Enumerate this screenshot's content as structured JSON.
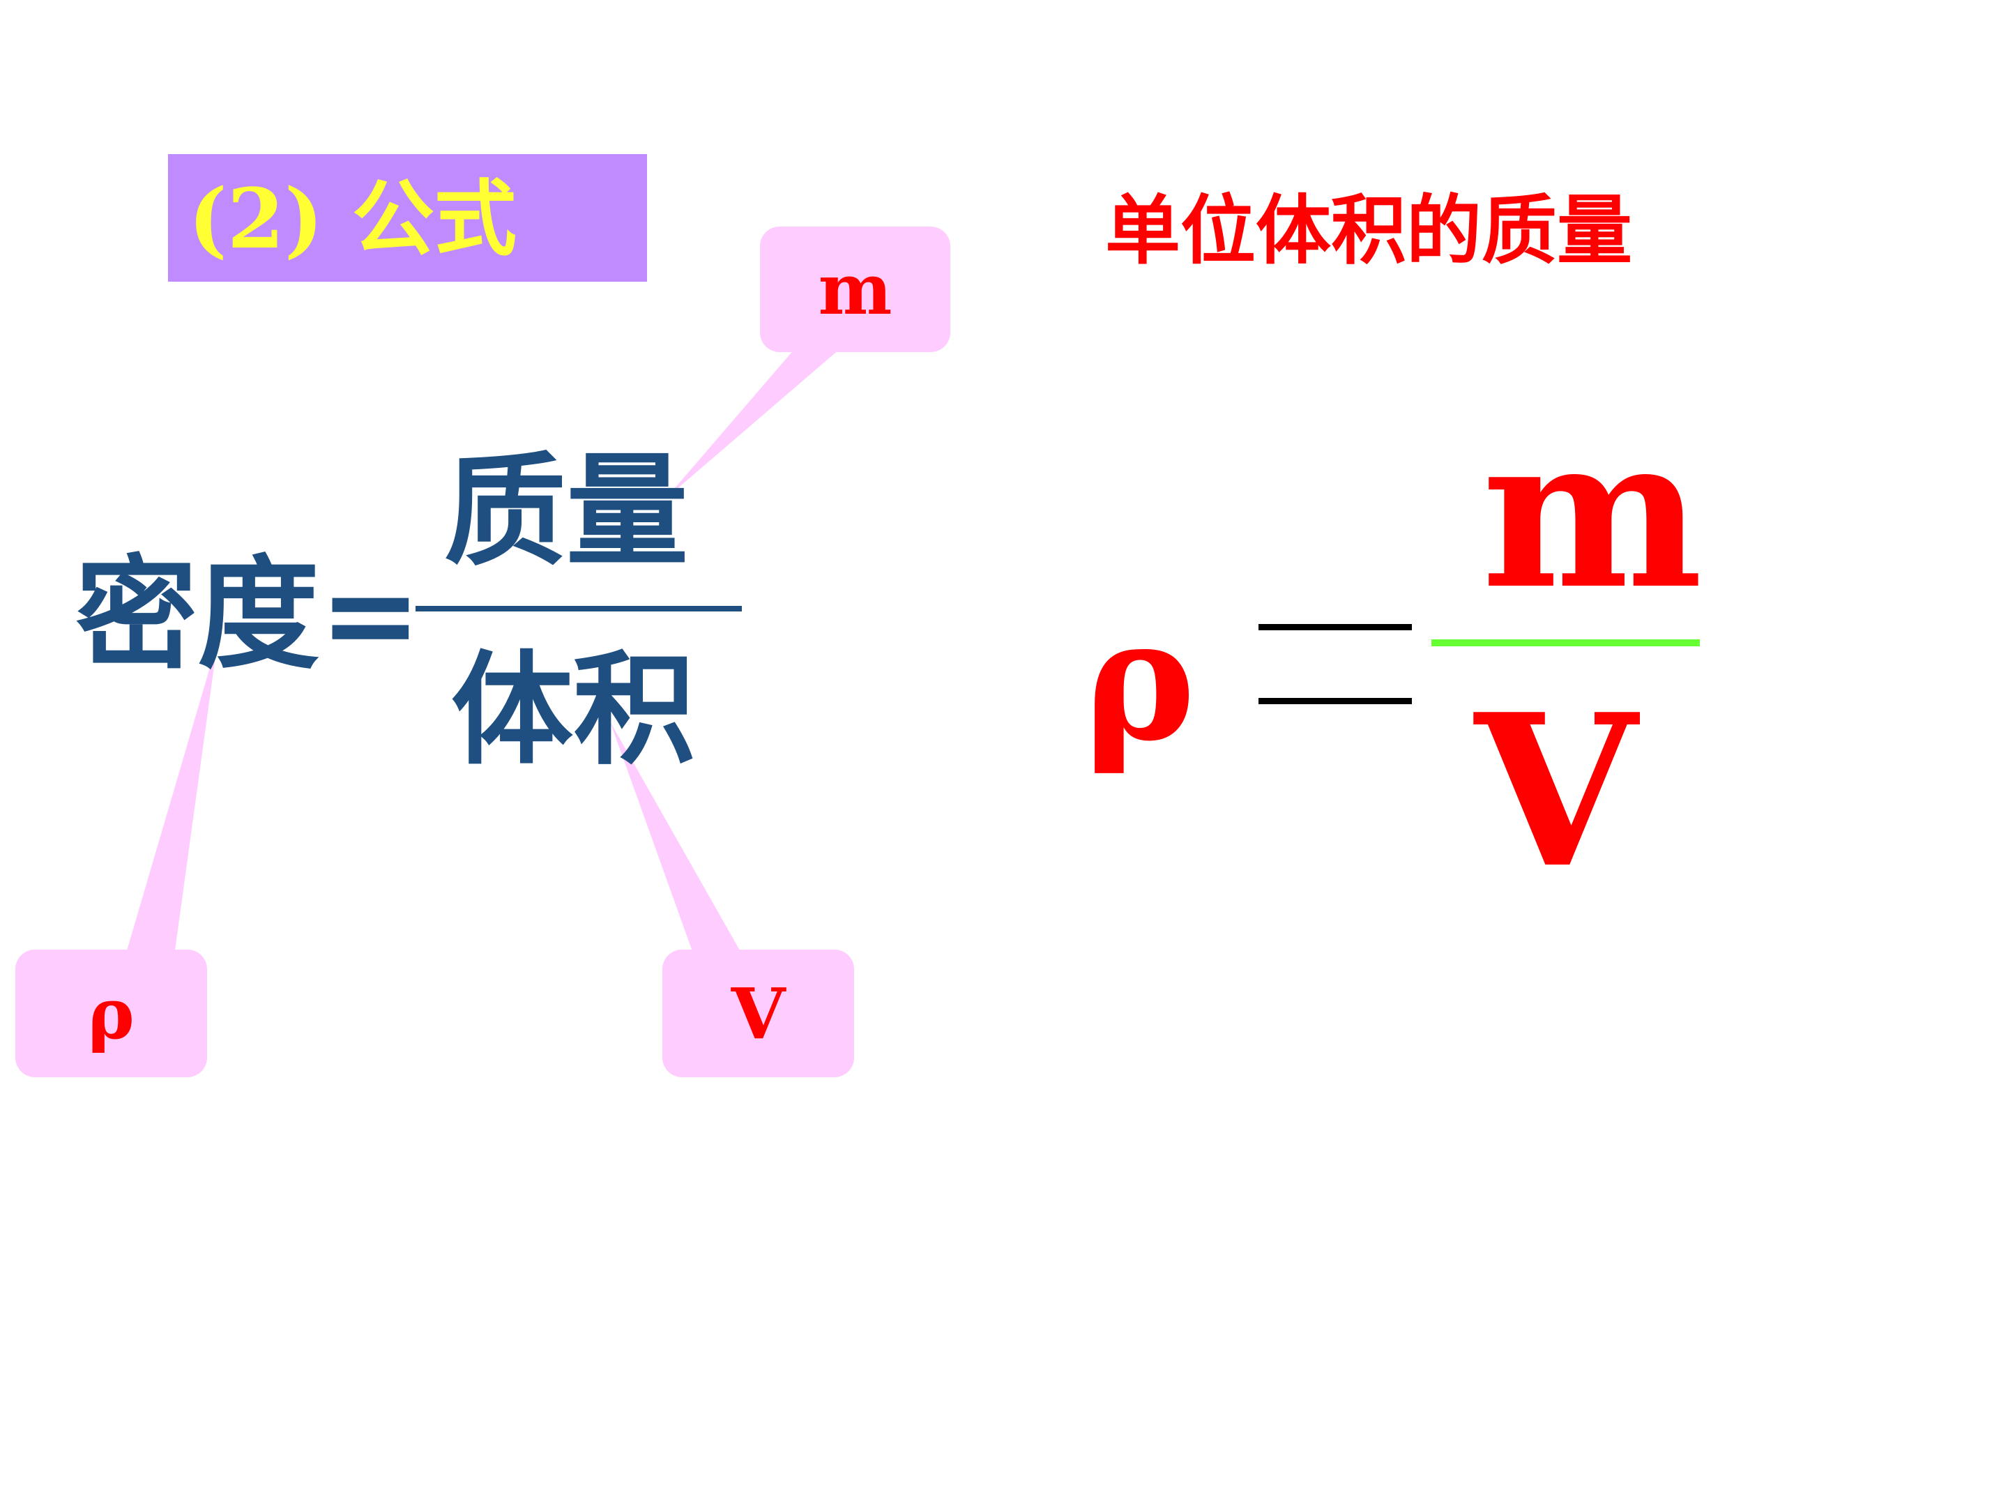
{
  "slide": {
    "heading": "(2) 公式",
    "definition": "单位体积的质量"
  },
  "word_formula": {
    "lhs": "密度=",
    "numerator": "质量",
    "denominator": "体积"
  },
  "callouts": {
    "mass_symbol": "m",
    "density_symbol": "ρ",
    "volume_symbol": "V"
  },
  "symbol_formula": {
    "lhs": "ρ",
    "numerator": "m",
    "denominator": "V"
  },
  "colors": {
    "heading_bg": "#bf8bff",
    "heading_text": "#ffff33",
    "word_text": "#1f4e80",
    "accent_red": "#ff0000",
    "callout_bg": "#ffccff",
    "fraction_line": "#66ff33"
  }
}
